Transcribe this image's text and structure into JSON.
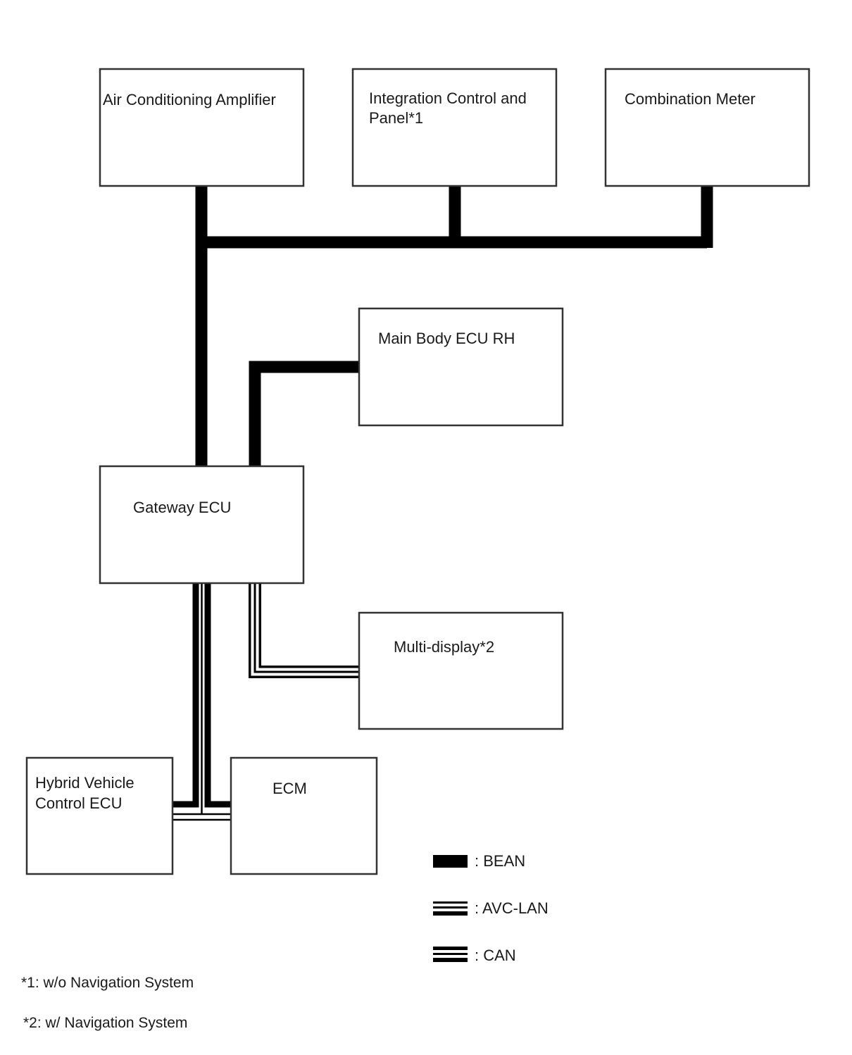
{
  "nodes": {
    "ac_amp": {
      "lines": [
        "Air Conditioning Amplifier"
      ]
    },
    "integ": {
      "lines": [
        "Integration Control and",
        "Panel*1"
      ]
    },
    "combo": {
      "lines": [
        "Combination Meter"
      ]
    },
    "mainbody": {
      "lines": [
        "Main Body ECU RH"
      ]
    },
    "gateway": {
      "lines": [
        "Gateway ECU"
      ]
    },
    "multi": {
      "lines": [
        "Multi-display*2"
      ]
    },
    "hybrid": {
      "lines": [
        "Hybrid Vehicle",
        "Control ECU"
      ]
    },
    "ecm": {
      "lines": [
        "ECM"
      ]
    }
  },
  "legend": {
    "bean": ": BEAN",
    "avc": ": AVC-LAN",
    "can": ": CAN"
  },
  "notes": {
    "n1": "*1: w/o Navigation System",
    "n2": "*2: w/ Navigation System"
  },
  "colors": {
    "line": "#000000",
    "box_border": "#333333",
    "background": "#ffffff"
  }
}
